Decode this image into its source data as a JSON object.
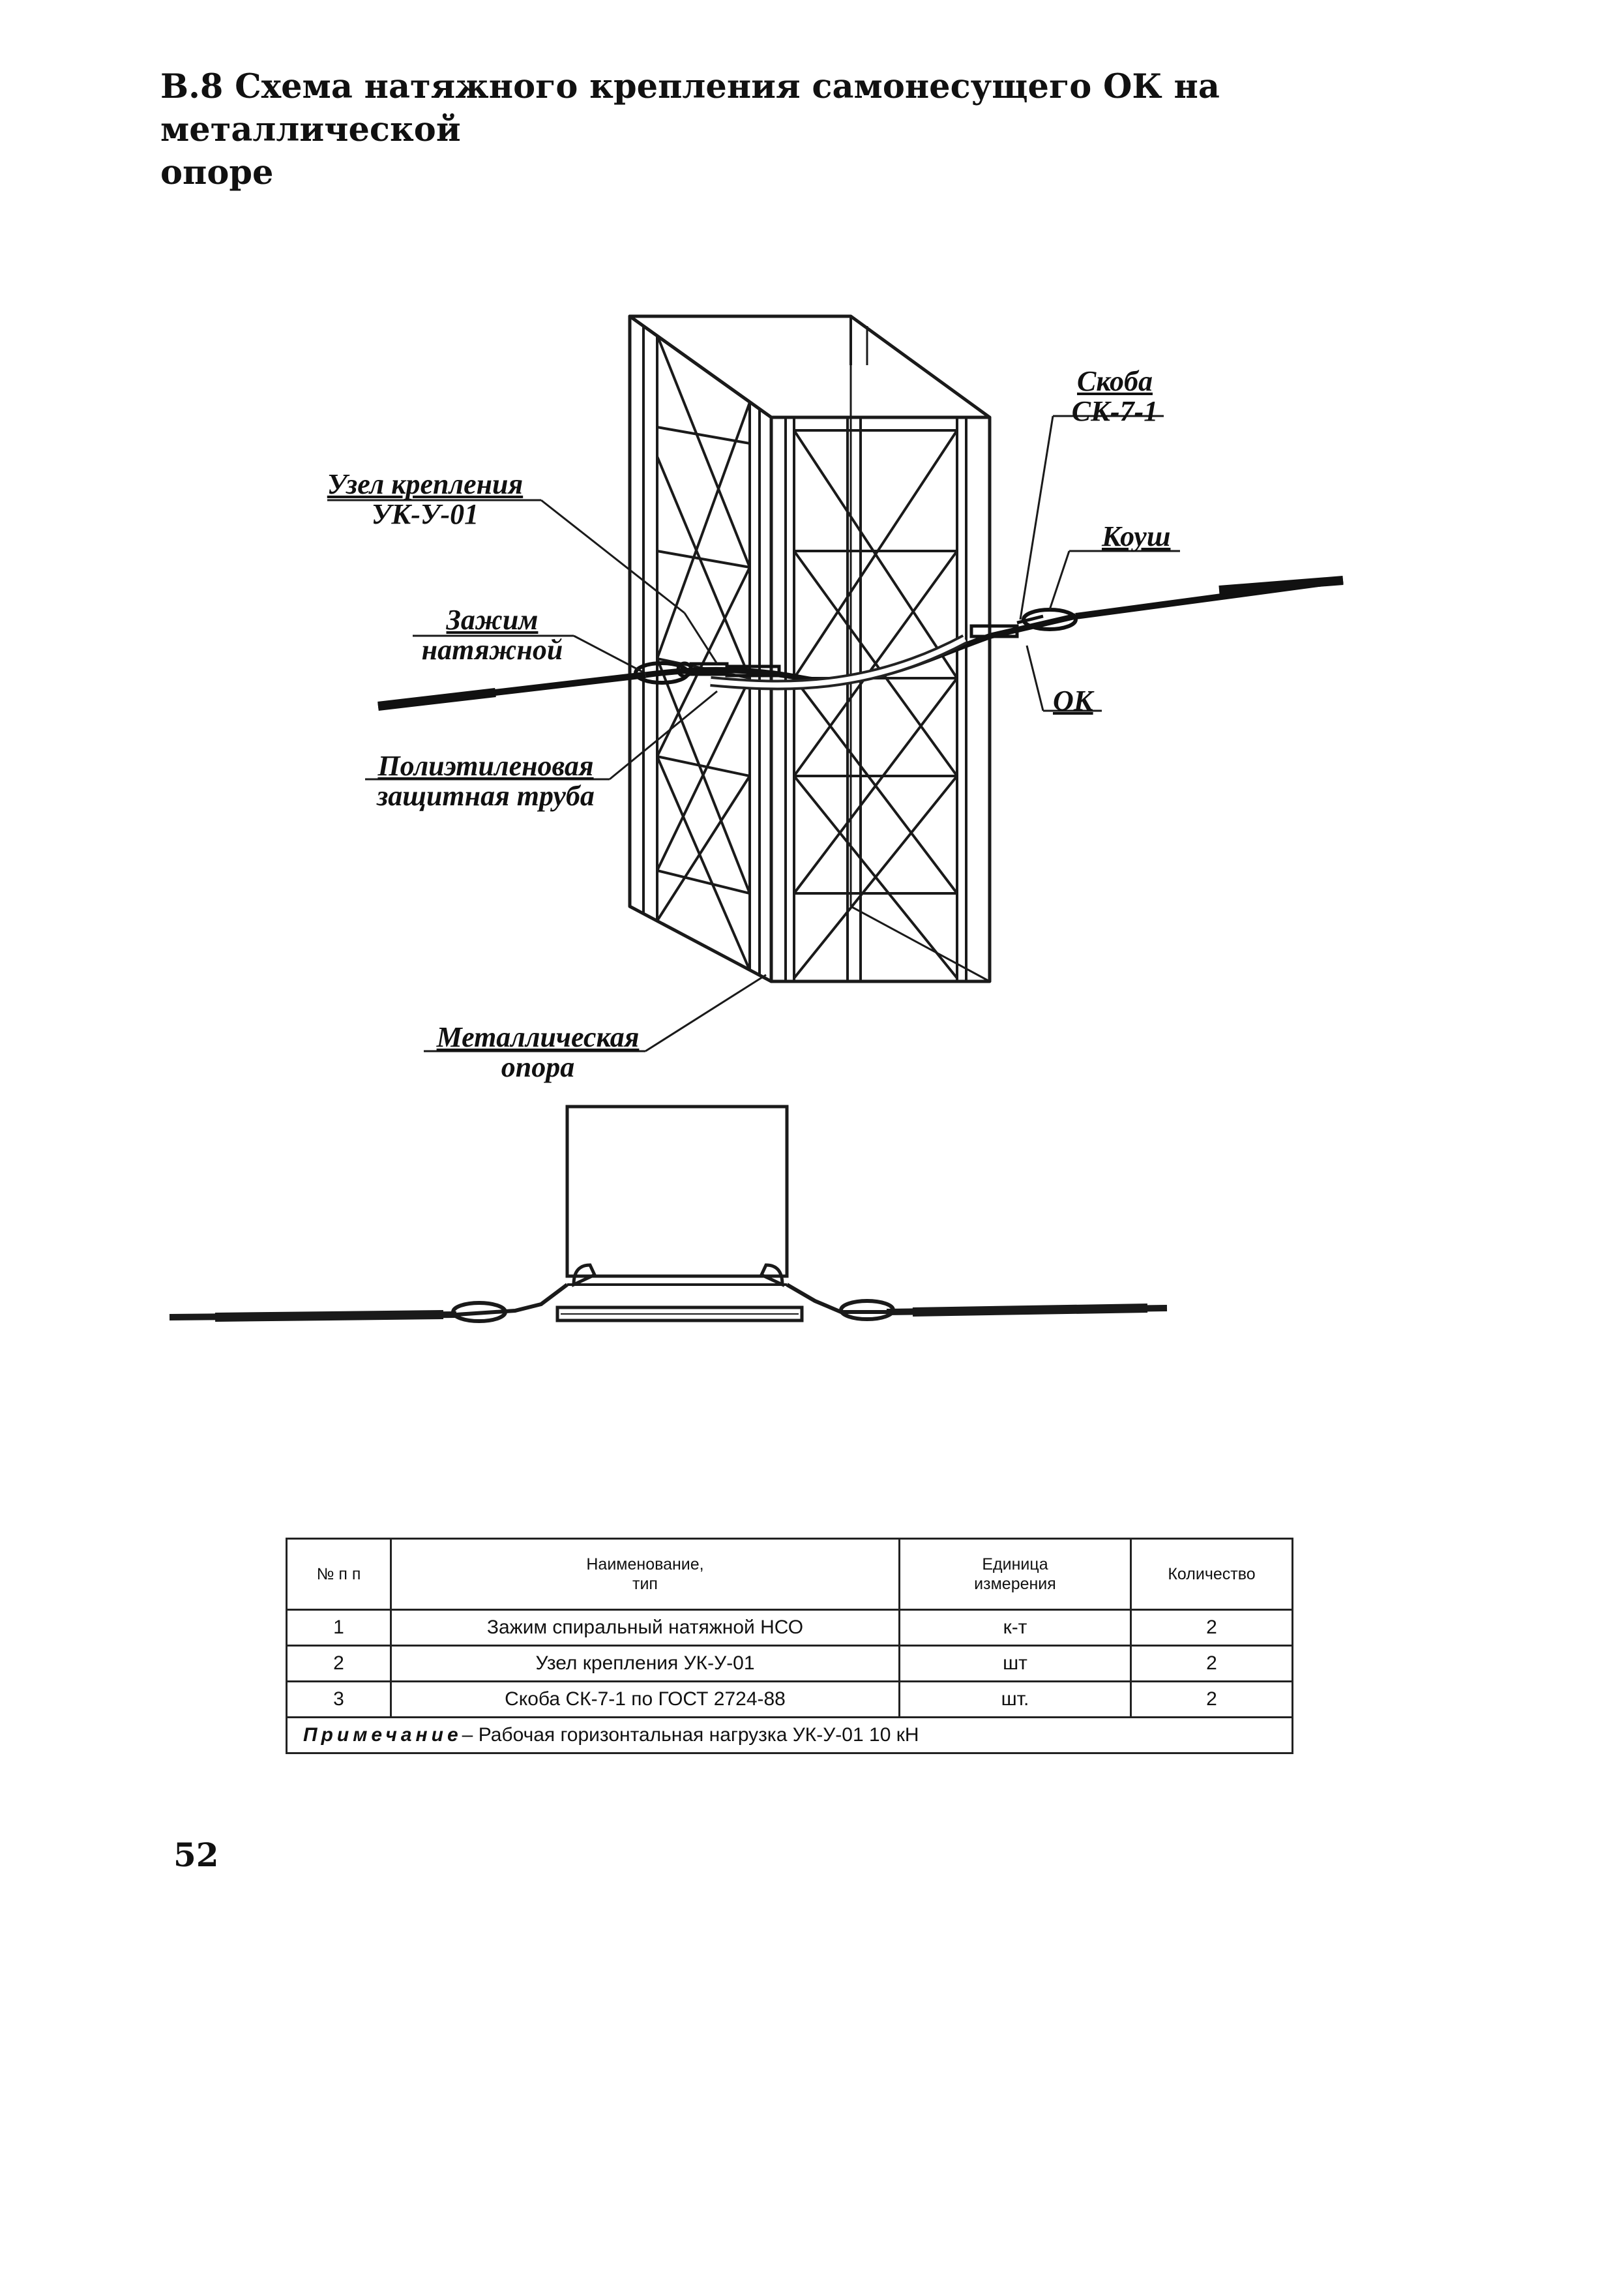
{
  "title": {
    "line1": "В.8 Схема натяжного крепления самонесущего ОК на металлической",
    "line2": "опоре"
  },
  "callouts": {
    "skoba_l1": "Скоба",
    "skoba_l2": "СК-7-1",
    "uzel_l1": "Узел крепления",
    "uzel_l2": "УК-У-01",
    "koush": "Коуш",
    "zazhim_l1": "Зажим",
    "zazhim_l2": "натяжной",
    "ok": "ОК",
    "truba_l1": "Полиэтиленовая",
    "truba_l2": "защитная труба",
    "opora_l1": "Металлическая",
    "opora_l2": "опора"
  },
  "table": {
    "headers": [
      "№ п п",
      "Наименование,\nтип",
      "Единица\nизмерения",
      "Количество"
    ],
    "rows": [
      [
        "1",
        "Зажим спиральный натяжной НСО",
        "к-т",
        "2"
      ],
      [
        "2",
        "Узел крепления УК-У-01",
        "шт",
        "2"
      ],
      [
        "3",
        "Скоба СК-7-1 по ГОСТ 2724-88",
        "шт.",
        "2"
      ]
    ],
    "note_label": "Примечание",
    "note_text": "– Рабочая горизонтальная нагрузка УК-У-01 10 кН"
  },
  "page_number": "52"
}
